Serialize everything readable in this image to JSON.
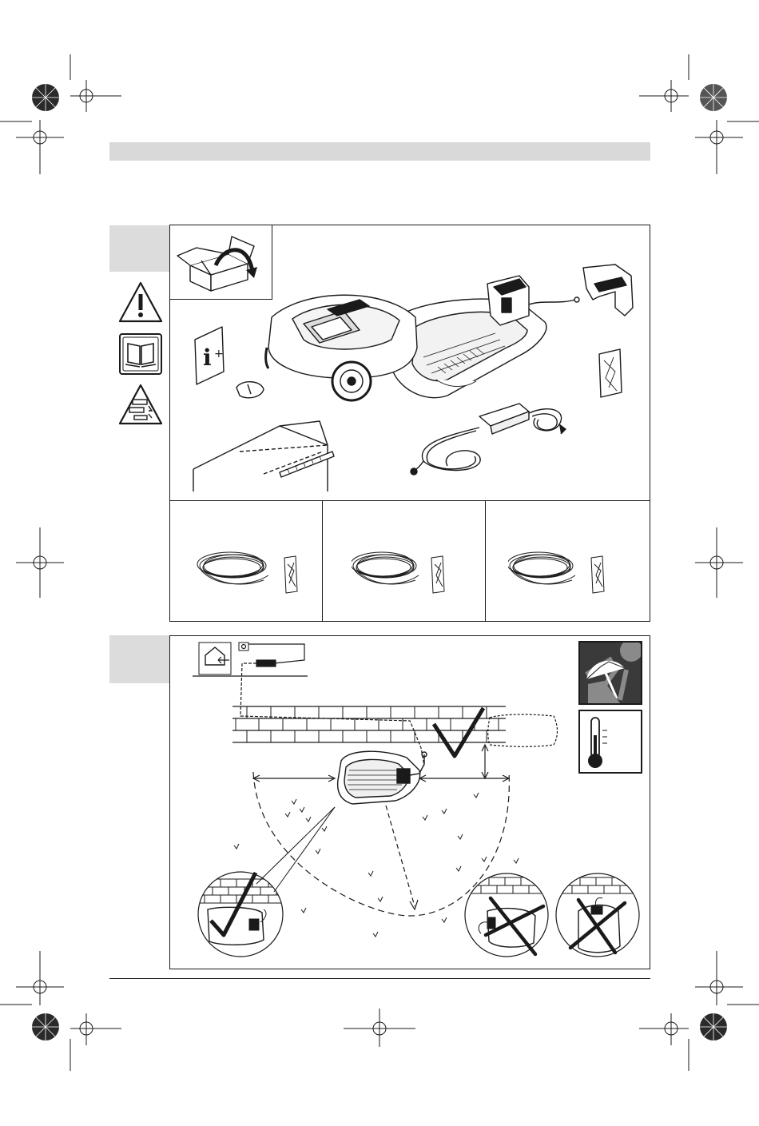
{
  "page": {
    "header_bar_text": "",
    "sections": [
      {
        "id": "contents",
        "label": "",
        "safety_icons": [
          "warning-triangle-icon",
          "read-manual-icon",
          "instructions-triangle-icon"
        ],
        "box_icon": "open-box-arrow-icon",
        "items": [
          "robotic-mower",
          "charging-station",
          "station-cover",
          "info-booklet",
          "wire-connector",
          "tape-measure-strip",
          "power-supply",
          "pegs-pack"
        ],
        "variants": [
          {
            "items": [
              "boundary-wire-coil",
              "pegs-pack"
            ]
          },
          {
            "items": [
              "boundary-wire-coil",
              "pegs-pack"
            ]
          },
          {
            "items": [
              "boundary-wire-coil",
              "pegs-pack"
            ]
          }
        ]
      },
      {
        "id": "station-placement",
        "label": "",
        "condition_icons": [
          "sun-umbrella-icon",
          "thermometer-icon"
        ],
        "panels": [
          {
            "status": "correct",
            "icon": "checkmark-icon"
          },
          {
            "status": "wrong",
            "icon": "cross-icon"
          },
          {
            "status": "wrong",
            "icon": "cross-icon"
          }
        ]
      }
    ]
  },
  "colors": {
    "header_bar": "#d9d9d9",
    "section_tab": "#dcdcdc",
    "line": "#1a1a1a",
    "icon_panel_dark": "#3a3a3a",
    "icon_panel_mid": "#8a8a8a"
  }
}
